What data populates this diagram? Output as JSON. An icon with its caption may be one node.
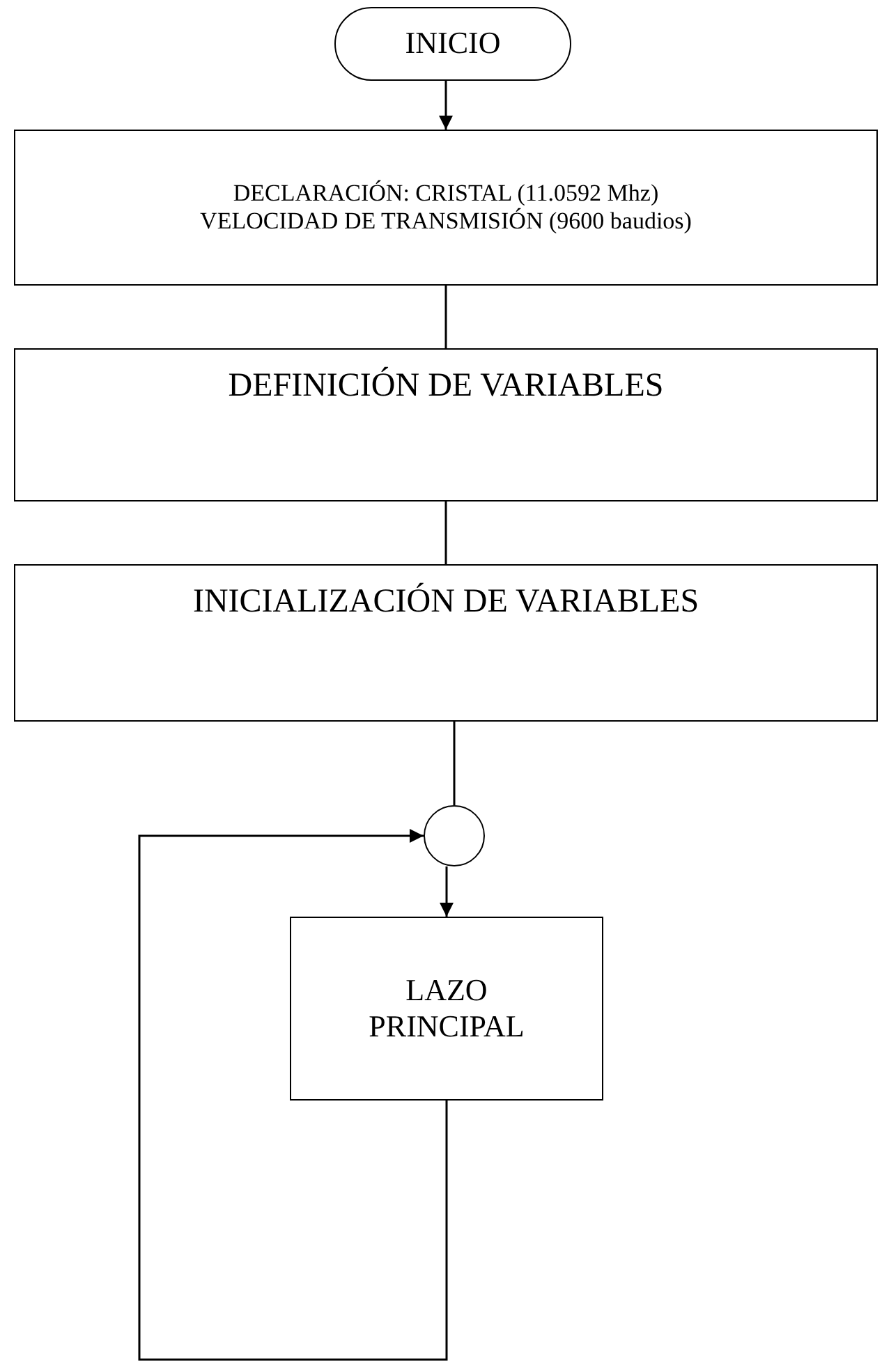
{
  "diagram": {
    "nodes": [
      {
        "text": [
          "INICIO"
        ]
      },
      {
        "text": [
          "DECLARACIÓN: CRISTAL (11.0592 Mhz) VELOCIDAD DE TRANSMISIÓN (9600 baudios)"
        ]
      },
      {
        "text": [
          "DEFINICIÓN DE VARIABLES"
        ]
      },
      {
        "text": [
          "INICIALIZACIÓN DE VARIABLES"
        ]
      },
      {
        "text": [],
        "shape": "circle"
      },
      {
        "text": [
          "LAZO PRINCIPAL"
        ]
      }
    ],
    "edges": [
      {
        "from": 0,
        "to": 1,
        "arrow": "to"
      },
      {
        "from": 1,
        "to": 2,
        "arrow": "none"
      },
      {
        "from": 2,
        "to": 3,
        "arrow": "none"
      },
      {
        "from": 3,
        "to": 4,
        "arrow": "none"
      },
      {
        "from": 4,
        "to": 5,
        "arrow": "to"
      },
      {
        "from": 5,
        "to": 4,
        "arrow": "to"
      }
    ]
  }
}
